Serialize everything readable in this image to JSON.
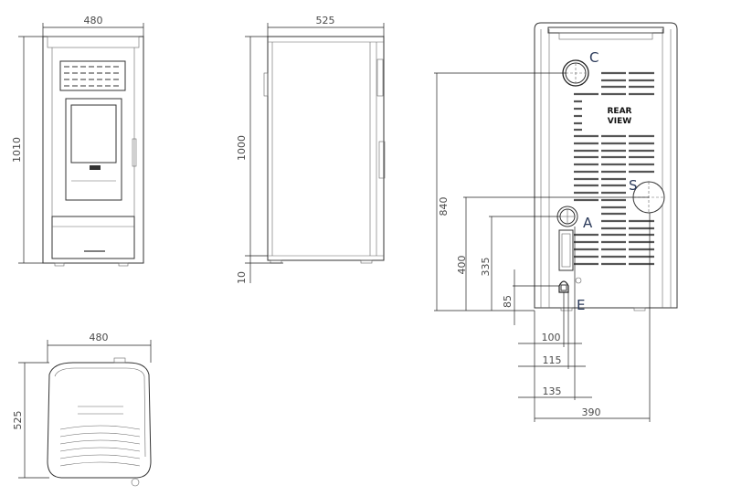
{
  "front_view": {
    "width": "480",
    "height": "1010"
  },
  "side_view": {
    "depth": "525",
    "height": "1000",
    "foot": "10"
  },
  "top_view": {
    "width": "480",
    "depth": "525"
  },
  "rear_view": {
    "title_line1": "REAR",
    "title_line2": "VIEW",
    "labels": {
      "c": "C",
      "s": "S",
      "a": "A",
      "e": "E"
    },
    "heights": {
      "c": "840",
      "s": "400",
      "a": "335",
      "e": "85"
    },
    "offsets": {
      "e": "100",
      "e2": "115",
      "a": "135",
      "s": "390"
    }
  }
}
